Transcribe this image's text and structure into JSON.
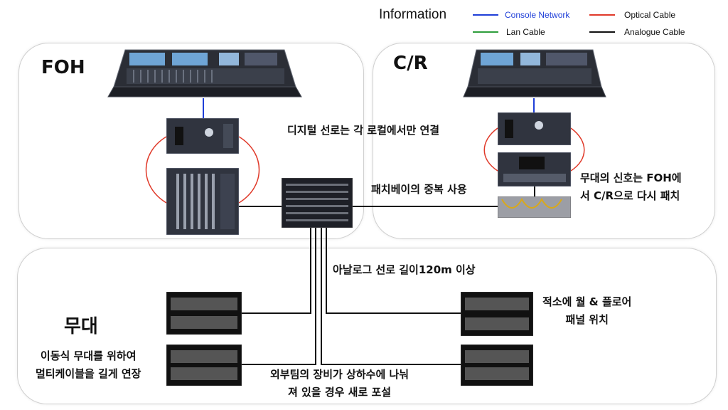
{
  "legend": {
    "title": "Information",
    "items": [
      {
        "label": "Console Network",
        "color": "#1f3fd8"
      },
      {
        "label": "Optical Cable",
        "color": "#e03a2a"
      },
      {
        "label": "Lan Cable",
        "color": "#2e9e3c"
      },
      {
        "label": "Analogue Cable",
        "color": "#111111"
      }
    ]
  },
  "regions": {
    "foh": {
      "title": "FOH"
    },
    "cr": {
      "title": "C/R"
    },
    "stage": {
      "title": "무대"
    }
  },
  "notes": {
    "digital": "디지털 선로는 각 로컬에서만 연결",
    "patchbay": "패치베이의 중복 사용",
    "cr_signal_1": "무대의 신호는 FOH에",
    "cr_signal_2": "서 C/R으로 다시 패치",
    "analog_length": "아날로그 선로 길이120m 이상",
    "wall_floor_1": "적소에 월 & 플로어",
    "wall_floor_2": "패널 위치",
    "mobile_1": "이동식 무대를 위하여",
    "mobile_2": "멀티케이블을 길게 연장",
    "external_1": "외부팀의 장비가 상하수에 나눠",
    "external_2": "져 있을 경우 새로 포설"
  }
}
